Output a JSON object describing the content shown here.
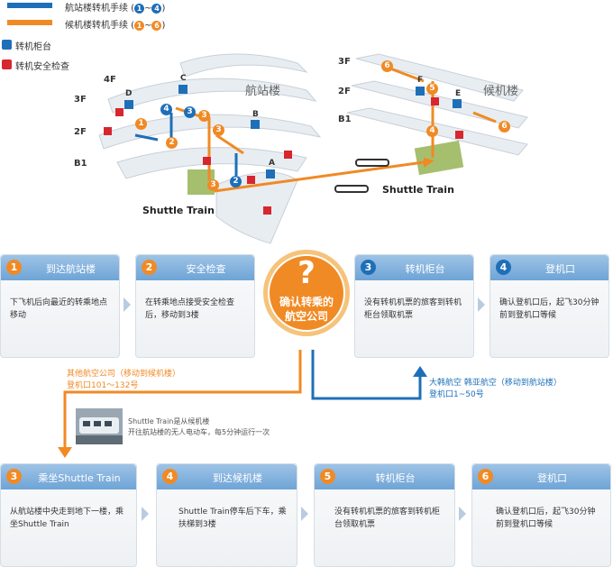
{
  "legend": {
    "terminal_route": {
      "label": "航站楼转机手续",
      "range_start": "1",
      "range_end": "4",
      "color": "#1e6fb8"
    },
    "concourse_route": {
      "label": "候机楼转机手续",
      "range_start": "1",
      "range_end": "6",
      "color": "#f08a24"
    },
    "transfer_counter": {
      "label": "转机柜台"
    },
    "security_check": {
      "label": "转机安全检查"
    }
  },
  "map": {
    "terminal": {
      "title": "航站楼",
      "floors": [
        "4F",
        "3F",
        "2F",
        "B1"
      ],
      "counters": [
        "D",
        "C",
        "B",
        "A"
      ]
    },
    "concourse": {
      "title": "候机楼",
      "floors": [
        "3F",
        "2F",
        "B1"
      ],
      "counters": [
        "F",
        "E"
      ]
    },
    "shuttle_labels": [
      "Shuttle Train",
      "Shuttle Train"
    ],
    "terminal_pins": [
      "1",
      "2",
      "3",
      "4",
      "3",
      "3",
      "2",
      "3"
    ],
    "concourse_pins": [
      "6",
      "5",
      "6",
      "4"
    ]
  },
  "center": {
    "line1": "确认转乘的",
    "line2": "航空公司",
    "icon": "?"
  },
  "top_steps": [
    {
      "num": "1",
      "title": "到达航站楼",
      "desc": "下飞机后向最近的转乘地点移动",
      "num_color": "#f08a24"
    },
    {
      "num": "2",
      "title": "安全检查",
      "desc": "在转乘地点接受安全检查后，移动到3楼",
      "num_color": "#f08a24"
    },
    {
      "num": "3",
      "title": "转机柜台",
      "desc": "没有转机机票的旅客到转机柜台领取机票",
      "num_color": "#1e6fb8"
    },
    {
      "num": "4",
      "title": "登机口",
      "desc": "确认登机口后，起飞30分钟前到登机口等候",
      "num_color": "#1e6fb8"
    }
  ],
  "bottom_steps": [
    {
      "num": "3",
      "title": "乘坐Shuttle Train",
      "desc": "从航站楼中央走到地下一楼，乘坐Shuttle Train",
      "num_color": "#f08a24"
    },
    {
      "num": "4",
      "title": "到达候机楼",
      "desc": "Shuttle Train停车后下车，乘扶梯到3楼",
      "num_color": "#f08a24"
    },
    {
      "num": "5",
      "title": "转机柜台",
      "desc": "没有转机机票的旅客到转机柜台领取机票",
      "num_color": "#f08a24"
    },
    {
      "num": "6",
      "title": "登机口",
      "desc": "确认登机口后，起飞30分钟前到登机口等候",
      "num_color": "#f08a24"
    }
  ],
  "routes": {
    "other_airlines": {
      "line1": "其他航空公司（移动到候机楼）",
      "line2": "登机口101～132号",
      "color": "#f08a24"
    },
    "korean_asiana": {
      "line1": "大韩航空 韩亚航空（移动到航站楼）",
      "line2": "登机口1~50号",
      "color": "#1e6fb8"
    }
  },
  "shuttle_note": {
    "line1": "Shuttle Train是从候机楼",
    "line2": "开往航站楼的无人电动车，每5分钟运行一次"
  }
}
